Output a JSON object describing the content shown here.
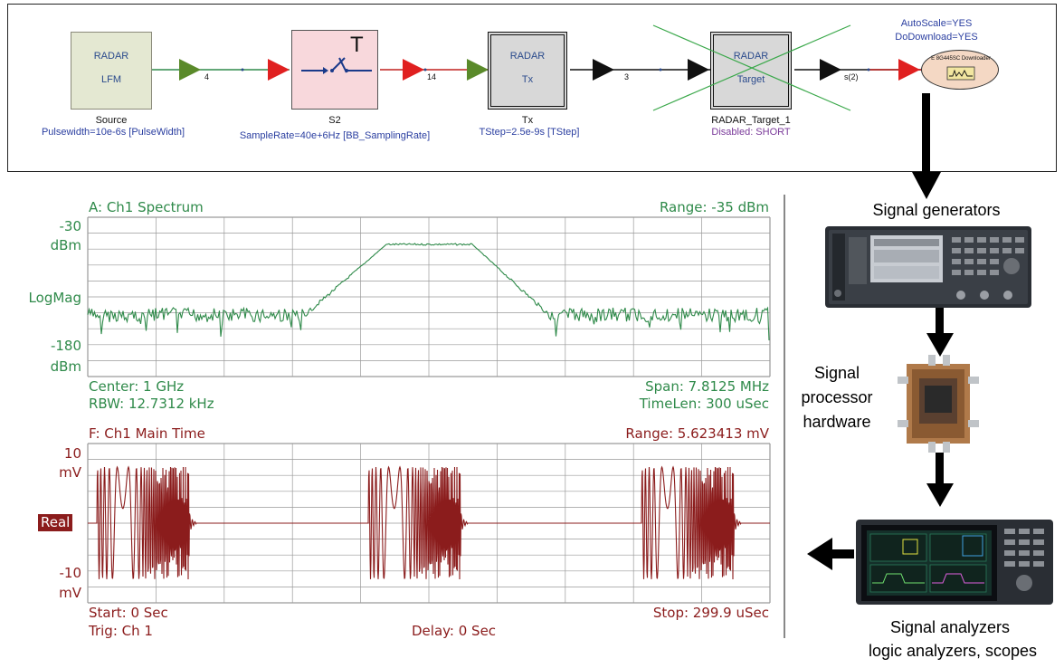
{
  "schematic": {
    "source": {
      "line1": "RADAR",
      "line2": "LFM",
      "name": "Source",
      "param": "Pulsewidth=10e-6s [PulseWidth]"
    },
    "s2": {
      "name": "S2",
      "param": "SampleRate=40e+6Hz [BB_SamplingRate]",
      "switch_label": "T"
    },
    "tx": {
      "line1": "RADAR",
      "line2": "Tx",
      "name": "Tx",
      "param": "TStep=2.5e-9s [TStep]"
    },
    "target": {
      "line1": "RADAR",
      "line2": "Target",
      "name": "RADAR_Target_1",
      "status": "Disabled: SHORT"
    },
    "downloader": {
      "label": "E 8G445SC Downloader",
      "param1": "AutoScale=YES",
      "param2": "DoDownload=YES"
    },
    "port_labels": [
      "4",
      "14",
      "3",
      "s(2)"
    ]
  },
  "spectrum": {
    "title": "A: Ch1 Spectrum",
    "range": "Range: -35 dBm",
    "y_top": "-30",
    "y_top_unit": "dBm",
    "y_mid": "LogMag",
    "y_bottom": "-180",
    "y_bottom_unit": "dBm",
    "center": "Center: 1 GHz",
    "span": "Span: 7.8125 MHz",
    "rbw": "RBW: 12.7312 kHz",
    "timelen": "TimeLen: 300 uSec",
    "color": "#2f8a4a"
  },
  "time": {
    "title": "F: Ch1 Main Time",
    "range": "Range: 5.623413 mV",
    "y_top": "10",
    "y_top_unit": "mV",
    "y_mid": "Real",
    "y_bottom": "-10",
    "y_bottom_unit": "mV",
    "start": "Start: 0  Sec",
    "stop": "Stop: 299.9 uSec",
    "trig": "Trig: Ch 1",
    "delay": "Delay: 0  Sec",
    "color": "#8b1c1c"
  },
  "hardware": {
    "sig_gen": "Signal generators",
    "proc_1": "Signal",
    "proc_2": "processor",
    "proc_3": "hardware",
    "analyzers_1": "Signal analyzers",
    "analyzers_2": "logic analyzers, scopes"
  }
}
